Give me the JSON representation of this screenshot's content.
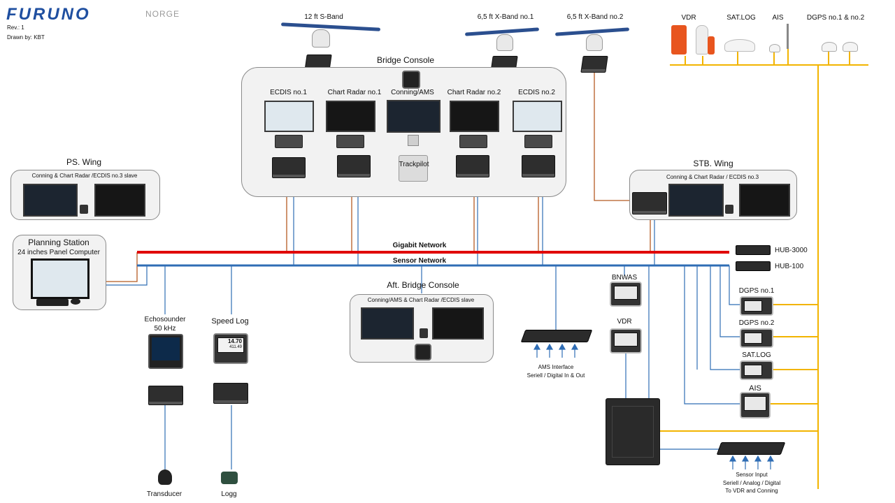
{
  "header": {
    "brand": "FURUNO",
    "brand_sub": "NORGE",
    "rev": "Rev.: 1",
    "drawn_by": "Drawn by: KBT"
  },
  "colors": {
    "gigabit": "#e00000",
    "sensor": "#2f6db5",
    "yellow_bus": "#f2b400",
    "radar_link": "#b55a22",
    "brand": "#1f4fa0"
  },
  "antennas": {
    "s_band": "12 ft S-Band",
    "x_band1": "6,5 ft X-Band no.1",
    "x_band2": "6,5 ft X-Band no.2"
  },
  "top_right": {
    "vdr": "VDR",
    "satlog": "SAT.LOG",
    "ais": "AIS",
    "dgps": "DGPS no.1 & no.2"
  },
  "bridge": {
    "title": "Bridge Console",
    "ecdis1": "ECDIS no.1",
    "chart_radar1": "Chart Radar no.1",
    "conning": "Conning/AMS",
    "chart_radar2": "Chart Radar no.2",
    "ecdis2": "ECDIS no.2",
    "trackpilot": "Trackpilot"
  },
  "ps_wing": {
    "title": "PS. Wing",
    "sub": "Conning & Chart Radar /ECDIS no.3 slave"
  },
  "stb_wing": {
    "title": "STB. Wing",
    "sub": "Conning & Chart Radar / ECDIS no.3"
  },
  "planning": {
    "title": "Planning Station",
    "sub": "24 inches Panel Computer"
  },
  "networks": {
    "gigabit": "Gigabit Network",
    "sensor": "Sensor Network"
  },
  "hubs": {
    "hub3000": "HUB-3000",
    "hub100": "HUB-100"
  },
  "aft": {
    "title": "Aft. Bridge Console",
    "sub": "Conning/AMS & Chart Radar /ECDIS slave"
  },
  "bottom": {
    "echo_title": "Echosounder",
    "echo_freq": "50 kHz",
    "speedlog_title": "Speed Log",
    "speedlog_value1": "14.70",
    "speedlog_value2": "411.49",
    "transducer": "Transducer",
    "logg": "Logg",
    "ams_line1": "AMS Interface",
    "ams_line2": "Seriell  / Digital In & Out",
    "bnwas": "BNWAS",
    "vdr": "VDR",
    "sensor_line1": "Sensor Input",
    "sensor_line2": "Seriell / Analog / Digital",
    "sensor_line3": "To VDR and Conning"
  },
  "right_column": {
    "dgps1": "DGPS no.1",
    "dgps2": "DGPS no.2",
    "satlog": "SAT.LOG",
    "ais": "AIS"
  }
}
